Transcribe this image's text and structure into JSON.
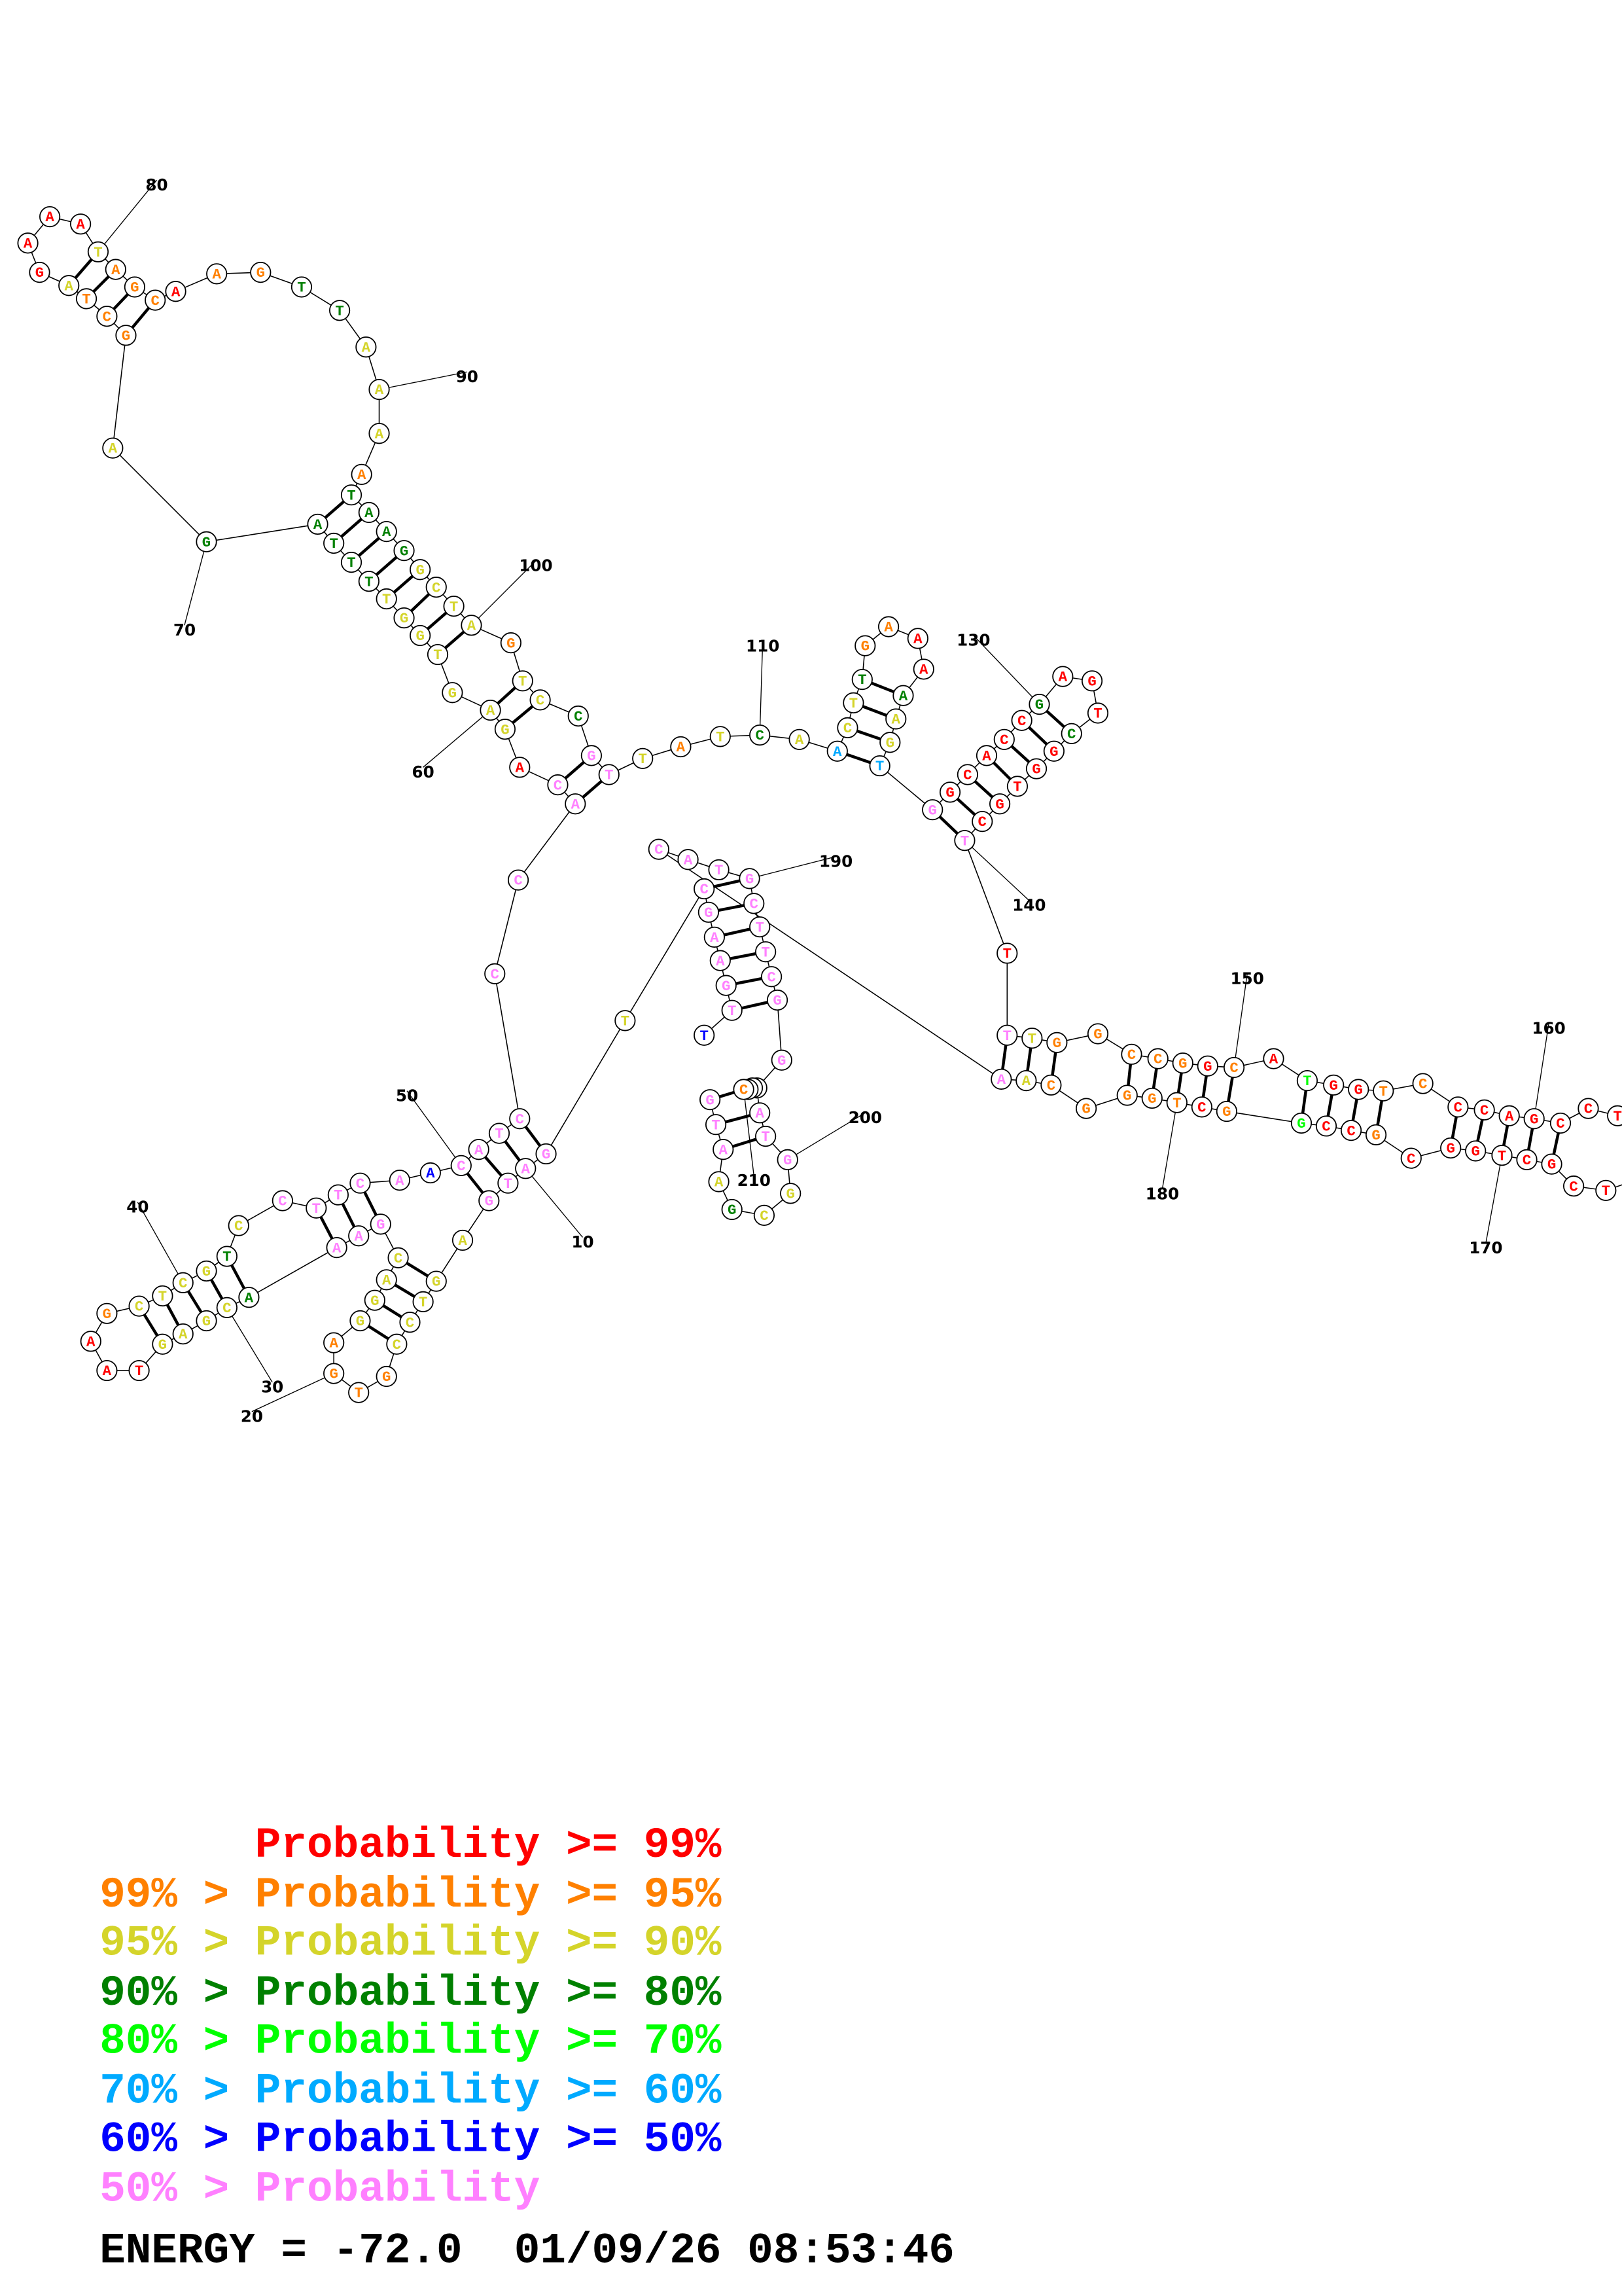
{
  "colors": {
    "R": "#ff0000",
    "O": "#ff8000",
    "Y": "#d4d42a",
    "D": "#008000",
    "L": "#00ff00",
    "C": "#00aaff",
    "B": "#0000ff",
    "P": "#ff80ff"
  },
  "nucleotides": {
    "1": [
      "T",
      "B"
    ],
    "2": [
      "T",
      "P"
    ],
    "3": [
      "G",
      "P"
    ],
    "4": [
      "A",
      "P"
    ],
    "5": [
      "A",
      "P"
    ],
    "6": [
      "G",
      "P"
    ],
    "7": [
      "C",
      "P"
    ],
    "8": [
      "T",
      "Y"
    ],
    "9": [
      "G",
      "P"
    ],
    "10": [
      "A",
      "P"
    ],
    "11": [
      "T",
      "P"
    ],
    "12": [
      "G",
      "P"
    ],
    "13": [
      "A",
      "Y"
    ],
    "14": [
      "G",
      "Y"
    ],
    "15": [
      "T",
      "Y"
    ],
    "16": [
      "C",
      "Y"
    ],
    "17": [
      "C",
      "Y"
    ],
    "18": [
      "G",
      "O"
    ],
    "19": [
      "T",
      "O"
    ],
    "20": [
      "G",
      "O"
    ],
    "21": [
      "A",
      "O"
    ],
    "22": [
      "G",
      "Y"
    ],
    "23": [
      "G",
      "Y"
    ],
    "24": [
      "A",
      "Y"
    ],
    "25": [
      "C",
      "Y"
    ],
    "26": [
      "G",
      "P"
    ],
    "27": [
      "A",
      "P"
    ],
    "28": [
      "A",
      "P"
    ],
    "29": [
      "A",
      "D"
    ],
    "30": [
      "C",
      "Y"
    ],
    "31": [
      "G",
      "Y"
    ],
    "32": [
      "A",
      "Y"
    ],
    "33": [
      "G",
      "Y"
    ],
    "34": [
      "T",
      "R"
    ],
    "35": [
      "A",
      "R"
    ],
    "36": [
      "A",
      "R"
    ],
    "37": [
      "G",
      "O"
    ],
    "38": [
      "C",
      "Y"
    ],
    "39": [
      "T",
      "Y"
    ],
    "40": [
      "C",
      "Y"
    ],
    "41": [
      "G",
      "Y"
    ],
    "42": [
      "T",
      "D"
    ],
    "43": [
      "C",
      "Y"
    ],
    "44": [
      "C",
      "P"
    ],
    "45": [
      "T",
      "P"
    ],
    "46": [
      "T",
      "P"
    ],
    "47": [
      "C",
      "P"
    ],
    "48": [
      "A",
      "P"
    ],
    "49": [
      "A",
      "B"
    ],
    "50": [
      "C",
      "P"
    ],
    "51": [
      "A",
      "P"
    ],
    "52": [
      "T",
      "P"
    ],
    "53": [
      "C",
      "P"
    ],
    "54": [
      "C",
      "P"
    ],
    "55": [
      "C",
      "P"
    ],
    "56": [
      "A",
      "P"
    ],
    "57": [
      "C",
      "P"
    ],
    "58": [
      "A",
      "R"
    ],
    "59": [
      "G",
      "Y"
    ],
    "60": [
      "A",
      "Y"
    ],
    "61": [
      "G",
      "Y"
    ],
    "62": [
      "T",
      "Y"
    ],
    "63": [
      "G",
      "Y"
    ],
    "64": [
      "G",
      "Y"
    ],
    "65": [
      "T",
      "Y"
    ],
    "66": [
      "T",
      "D"
    ],
    "67": [
      "T",
      "D"
    ],
    "68": [
      "T",
      "D"
    ],
    "69": [
      "A",
      "D"
    ],
    "70": [
      "G",
      "D"
    ],
    "71": [
      "A",
      "Y"
    ],
    "72": [
      "G",
      "O"
    ],
    "73": [
      "C",
      "O"
    ],
    "74": [
      "T",
      "O"
    ],
    "75": [
      "A",
      "Y"
    ],
    "76": [
      "G",
      "R"
    ],
    "77": [
      "A",
      "R"
    ],
    "78": [
      "A",
      "R"
    ],
    "79": [
      "A",
      "R"
    ],
    "80": [
      "T",
      "Y"
    ],
    "81": [
      "A",
      "O"
    ],
    "82": [
      "G",
      "O"
    ],
    "83": [
      "C",
      "O"
    ],
    "84": [
      "A",
      "R"
    ],
    "85": [
      "A",
      "O"
    ],
    "86": [
      "G",
      "O"
    ],
    "87": [
      "T",
      "D"
    ],
    "88": [
      "T",
      "D"
    ],
    "89": [
      "A",
      "Y"
    ],
    "90": [
      "A",
      "Y"
    ],
    "91": [
      "A",
      "Y"
    ],
    "92": [
      "A",
      "O"
    ],
    "93": [
      "T",
      "D"
    ],
    "94": [
      "A",
      "D"
    ],
    "95": [
      "A",
      "D"
    ],
    "96": [
      "G",
      "D"
    ],
    "97": [
      "G",
      "Y"
    ],
    "98": [
      "C",
      "Y"
    ],
    "99": [
      "T",
      "Y"
    ],
    "100": [
      "A",
      "Y"
    ],
    "101": [
      "G",
      "O"
    ],
    "102": [
      "T",
      "Y"
    ],
    "103": [
      "C",
      "Y"
    ],
    "104": [
      "C",
      "D"
    ],
    "105": [
      "G",
      "P"
    ],
    "106": [
      "T",
      "P"
    ],
    "107": [
      "T",
      "Y"
    ],
    "108": [
      "A",
      "O"
    ],
    "109": [
      "T",
      "Y"
    ],
    "110": [
      "C",
      "D"
    ],
    "111": [
      "A",
      "Y"
    ],
    "112": [
      "A",
      "C"
    ],
    "113": [
      "C",
      "Y"
    ],
    "114": [
      "T",
      "Y"
    ],
    "115": [
      "T",
      "D"
    ],
    "116": [
      "G",
      "O"
    ],
    "117": [
      "A",
      "O"
    ],
    "118": [
      "A",
      "R"
    ],
    "119": [
      "A",
      "R"
    ],
    "120": [
      "A",
      "D"
    ],
    "121": [
      "A",
      "Y"
    ],
    "122": [
      "G",
      "Y"
    ],
    "123": [
      "T",
      "C"
    ],
    "124": [
      "G",
      "P"
    ],
    "125": [
      "G",
      "R"
    ],
    "126": [
      "C",
      "R"
    ],
    "127": [
      "A",
      "R"
    ],
    "128": [
      "C",
      "R"
    ],
    "129": [
      "C",
      "R"
    ],
    "130": [
      "G",
      "D"
    ],
    "131": [
      "A",
      "R"
    ],
    "132": [
      "G",
      "R"
    ],
    "133": [
      "T",
      "R"
    ],
    "134": [
      "C",
      "D"
    ],
    "135": [
      "G",
      "R"
    ],
    "136": [
      "G",
      "R"
    ],
    "137": [
      "T",
      "R"
    ],
    "138": [
      "G",
      "R"
    ],
    "139": [
      "C",
      "R"
    ],
    "140": [
      "T",
      "P"
    ],
    "141": [
      "T",
      "R"
    ],
    "142": [
      "T",
      "P"
    ],
    "143": [
      "T",
      "Y"
    ],
    "144": [
      "G",
      "O"
    ],
    "145": [
      "G",
      "O"
    ],
    "146": [
      "C",
      "O"
    ],
    "147": [
      "C",
      "O"
    ],
    "148": [
      "G",
      "O"
    ],
    "149": [
      "G",
      "R"
    ],
    "150": [
      "C",
      "O"
    ],
    "151": [
      "A",
      "R"
    ],
    "152": [
      "T",
      "L"
    ],
    "153": [
      "G",
      "R"
    ],
    "154": [
      "G",
      "R"
    ],
    "155": [
      "T",
      "O"
    ],
    "156": [
      "C",
      "O"
    ],
    "157": [
      "C",
      "R"
    ],
    "158": [
      "C",
      "R"
    ],
    "159": [
      "A",
      "R"
    ],
    "160": [
      "G",
      "R"
    ],
    "161": [
      "C",
      "R"
    ],
    "162": [
      "C",
      "R"
    ],
    "163": [
      "T",
      "R"
    ],
    "166": [
      "T",
      "R"
    ],
    "167": [
      "C",
      "R"
    ],
    "168": [
      "G",
      "R"
    ],
    "169": [
      "C",
      "R"
    ],
    "170": [
      "T",
      "R"
    ],
    "171": [
      "G",
      "R"
    ],
    "172": [
      "G",
      "R"
    ],
    "173": [
      "C",
      "R"
    ],
    "174": [
      "G",
      "O"
    ],
    "175": [
      "C",
      "R"
    ],
    "176": [
      "C",
      "R"
    ],
    "177": [
      "G",
      "L"
    ],
    "178": [
      "G",
      "O"
    ],
    "179": [
      "C",
      "R"
    ],
    "180": [
      "T",
      "O"
    ],
    "181": [
      "G",
      "O"
    ],
    "182": [
      "G",
      "O"
    ],
    "183": [
      "G",
      "O"
    ],
    "184": [
      "C",
      "O"
    ],
    "185": [
      "A",
      "Y"
    ],
    "186": [
      "A",
      "P"
    ],
    "187": [
      "C",
      "P"
    ],
    "188": [
      "A",
      "P"
    ],
    "189": [
      "T",
      "P"
    ],
    "190": [
      "G",
      "P"
    ],
    "191": [
      "C",
      "P"
    ],
    "192": [
      "T",
      "P"
    ],
    "193": [
      "T",
      "P"
    ],
    "194": [
      "C",
      "P"
    ],
    "195": [
      "G",
      "P"
    ],
    "196": [
      "G",
      "P"
    ],
    "197": [
      "",
      "P"
    ],
    "198": [
      "A",
      "P"
    ],
    "199": [
      "T",
      "P"
    ],
    "200": [
      "G",
      "P"
    ],
    "201": [
      "G",
      "Y"
    ],
    "202": [
      "C",
      "Y"
    ],
    "203": [
      "G",
      "D"
    ],
    "204": [
      "A",
      "Y"
    ],
    "205": [
      "A",
      "P"
    ],
    "206": [
      "T",
      "P"
    ],
    "207": [
      "G",
      "P"
    ],
    "208": [
      "",
      "P"
    ],
    "209": [
      "",
      "P"
    ],
    "210": [
      "C",
      "O"
    ]
  },
  "position_labels": [
    "10",
    "20",
    "30",
    "40",
    "50",
    "60",
    "70",
    "80",
    "90",
    "100",
    "110",
    "130",
    "140",
    "150",
    "160",
    "170",
    "180",
    "190",
    "200",
    "210"
  ],
  "legend": [
    {
      "text": "Probability >= 99%",
      "color": "R",
      "indent": true
    },
    {
      "text": "99% > Probability >= 95%",
      "color": "O"
    },
    {
      "text": "95% > Probability >= 90%",
      "color": "Y"
    },
    {
      "text": "90% > Probability >= 80%",
      "color": "D"
    },
    {
      "text": "80% > Probability >= 70%",
      "color": "L"
    },
    {
      "text": "70% > Probability >= 60%",
      "color": "C"
    },
    {
      "text": "60% > Probability >= 50%",
      "color": "B"
    },
    {
      "text": "50% > Probability",
      "color": "P"
    }
  ],
  "footer": {
    "energy": "ENERGY = -72.0  01/09/26 08:53:46"
  }
}
